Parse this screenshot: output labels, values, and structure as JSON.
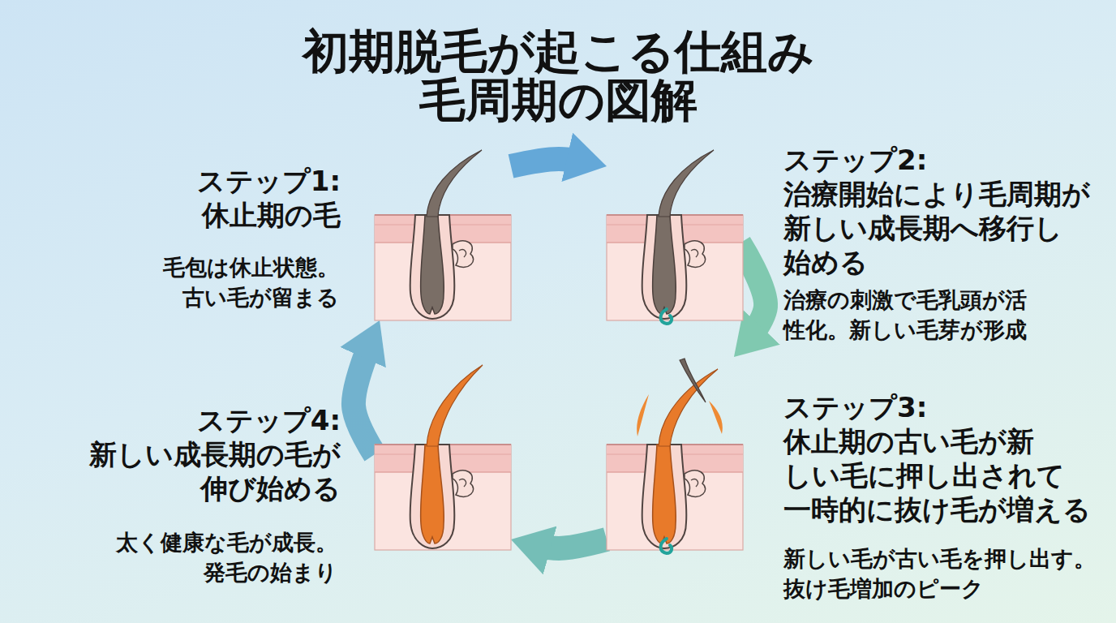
{
  "diagram": {
    "title": "初期脱毛が起こる仕組み 毛周期の図解",
    "nodes": [
      {
        "text": [
          "ステップ1: 休止期の毛",
          "毛包は休止状態。 古い毛が留まる"
        ]
      },
      {
        "text": [
          "ステップ2: 治療開始により毛周期が 新しい成長期へ移行し 始める",
          "治療の刺激で毛乳頭が活 性化。新しい毛芽が形成"
        ]
      },
      {
        "text": [
          "ステップ3: 休止期の古い毛が新 しい毛に押し出されて 一時的に抜け毛が増える",
          "新しい毛が古い毛を押し出す。 抜け毛増加のピーク"
        ]
      },
      {
        "text": [
          "ステップ4: 新しい成長期の毛が 伸び始める",
          "太く健康な毛が成長。 発毛の始まり"
        ]
      }
    ],
    "edges": [
      {
        "from": 0,
        "to": 1,
        "arrow": "to"
      },
      {
        "from": 1,
        "to": 2,
        "arrow": "to"
      },
      {
        "from": 2,
        "to": 3,
        "arrow": "to"
      },
      {
        "from": 3,
        "to": 0,
        "arrow": "to"
      }
    ]
  }
}
